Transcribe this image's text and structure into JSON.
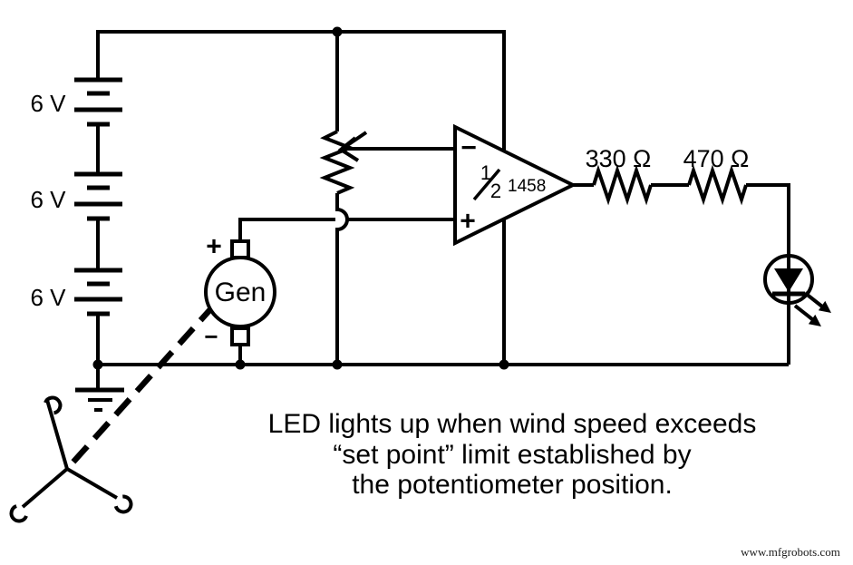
{
  "diagram": {
    "title_hint": "wind-speed alarm schematic",
    "colors": {
      "line": "#000000",
      "background": "#ffffff"
    },
    "batteries": [
      {
        "label": "6 V"
      },
      {
        "label": "6 V"
      },
      {
        "label": "6 V"
      }
    ],
    "generator": {
      "label": "Gen",
      "positive_mark": "+",
      "negative_mark": "−"
    },
    "opamp": {
      "inverting_mark": "−",
      "noninverting_mark": "+",
      "fraction_numerator": "1",
      "fraction_denominator": "2",
      "part_number": "1458"
    },
    "resistors": [
      {
        "label": "330 Ω"
      },
      {
        "label": "470 Ω"
      }
    ],
    "caption": {
      "line1": "LED lights up when wind speed exceeds",
      "line2": "“set point” limit established by",
      "line3": "the potentiometer position."
    },
    "watermark": "www.mfgrobots.com"
  }
}
